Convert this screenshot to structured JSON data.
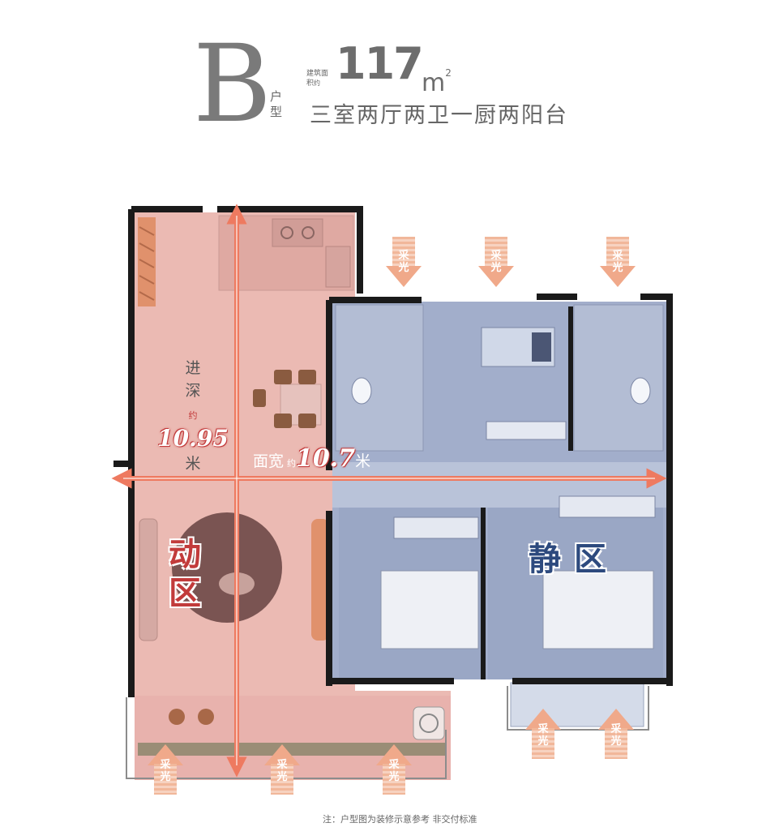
{
  "header": {
    "type_letter": "B",
    "type_word": "户型",
    "area_label": "建筑面积",
    "area_about": "约",
    "area_value": "117",
    "area_unit": "m",
    "area_unit_power": "2",
    "layout_desc": "三室两厅两卫一厨两阳台"
  },
  "dimensions": {
    "depth_label_1": "进",
    "depth_label_2": "深",
    "depth_approx": "约",
    "depth_value": "10.95",
    "depth_unit": "米",
    "width_label": "面宽",
    "width_approx": "约",
    "width_value": "10.7",
    "width_unit": "米"
  },
  "zones": {
    "active": "动区",
    "quiet": "静区"
  },
  "light": {
    "text_1": "采",
    "text_2": "光"
  },
  "colors": {
    "active_zone": "#e8b2ad",
    "quiet_zone": "#97a5c4",
    "arrow": "#ee7a60",
    "light_arrow": "#f0a98a",
    "wall": "#1a1a1a"
  },
  "footnote": "注：户型图为装修示意参考 非交付标准"
}
